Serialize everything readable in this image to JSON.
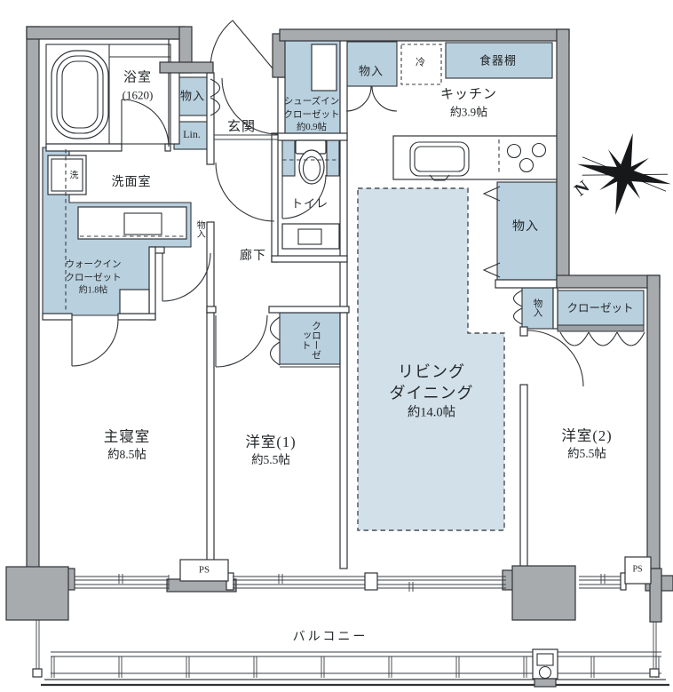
{
  "colors": {
    "wall_fill": "#a7abae",
    "cabinet_fill": "#b9d0de",
    "living_dining_fill": "#d2e0e9",
    "line": "#2f3337"
  },
  "rooms": {
    "bath": {
      "name": "浴室",
      "size": "(1620)"
    },
    "entrance": {
      "name": "玄関"
    },
    "shoes_closet": {
      "line1": "シューズイン",
      "line2": "クローゼット",
      "size": "約0.9帖"
    },
    "kitchen": {
      "name": "キッチン",
      "size": "約3.9帖"
    },
    "toilet": {
      "name": "トイレ"
    },
    "hallway": {
      "name": "廊下"
    },
    "washroom": {
      "name": "洗面室"
    },
    "walkin_closet": {
      "line1": "ウォークイン",
      "line2": "クローゼット",
      "size": "約1.8帖"
    },
    "master_bedroom": {
      "name": "主寝室",
      "size": "約8.5帖"
    },
    "western1": {
      "name": "洋室(1)",
      "size": "約5.5帖"
    },
    "living_dining": {
      "line1": "リビング",
      "line2": "ダイニング",
      "size": "約14.0帖"
    },
    "western2": {
      "name": "洋室(2)",
      "size": "約5.5帖"
    },
    "balcony": {
      "name": "バルコニー"
    }
  },
  "fixtures": {
    "storage": "物入",
    "linen": "Lin.",
    "refrigerator": "冷",
    "cupboard": "食器棚",
    "washer": "洗",
    "closet": "クローゼット",
    "pipe_space": "PS",
    "north": "N"
  }
}
